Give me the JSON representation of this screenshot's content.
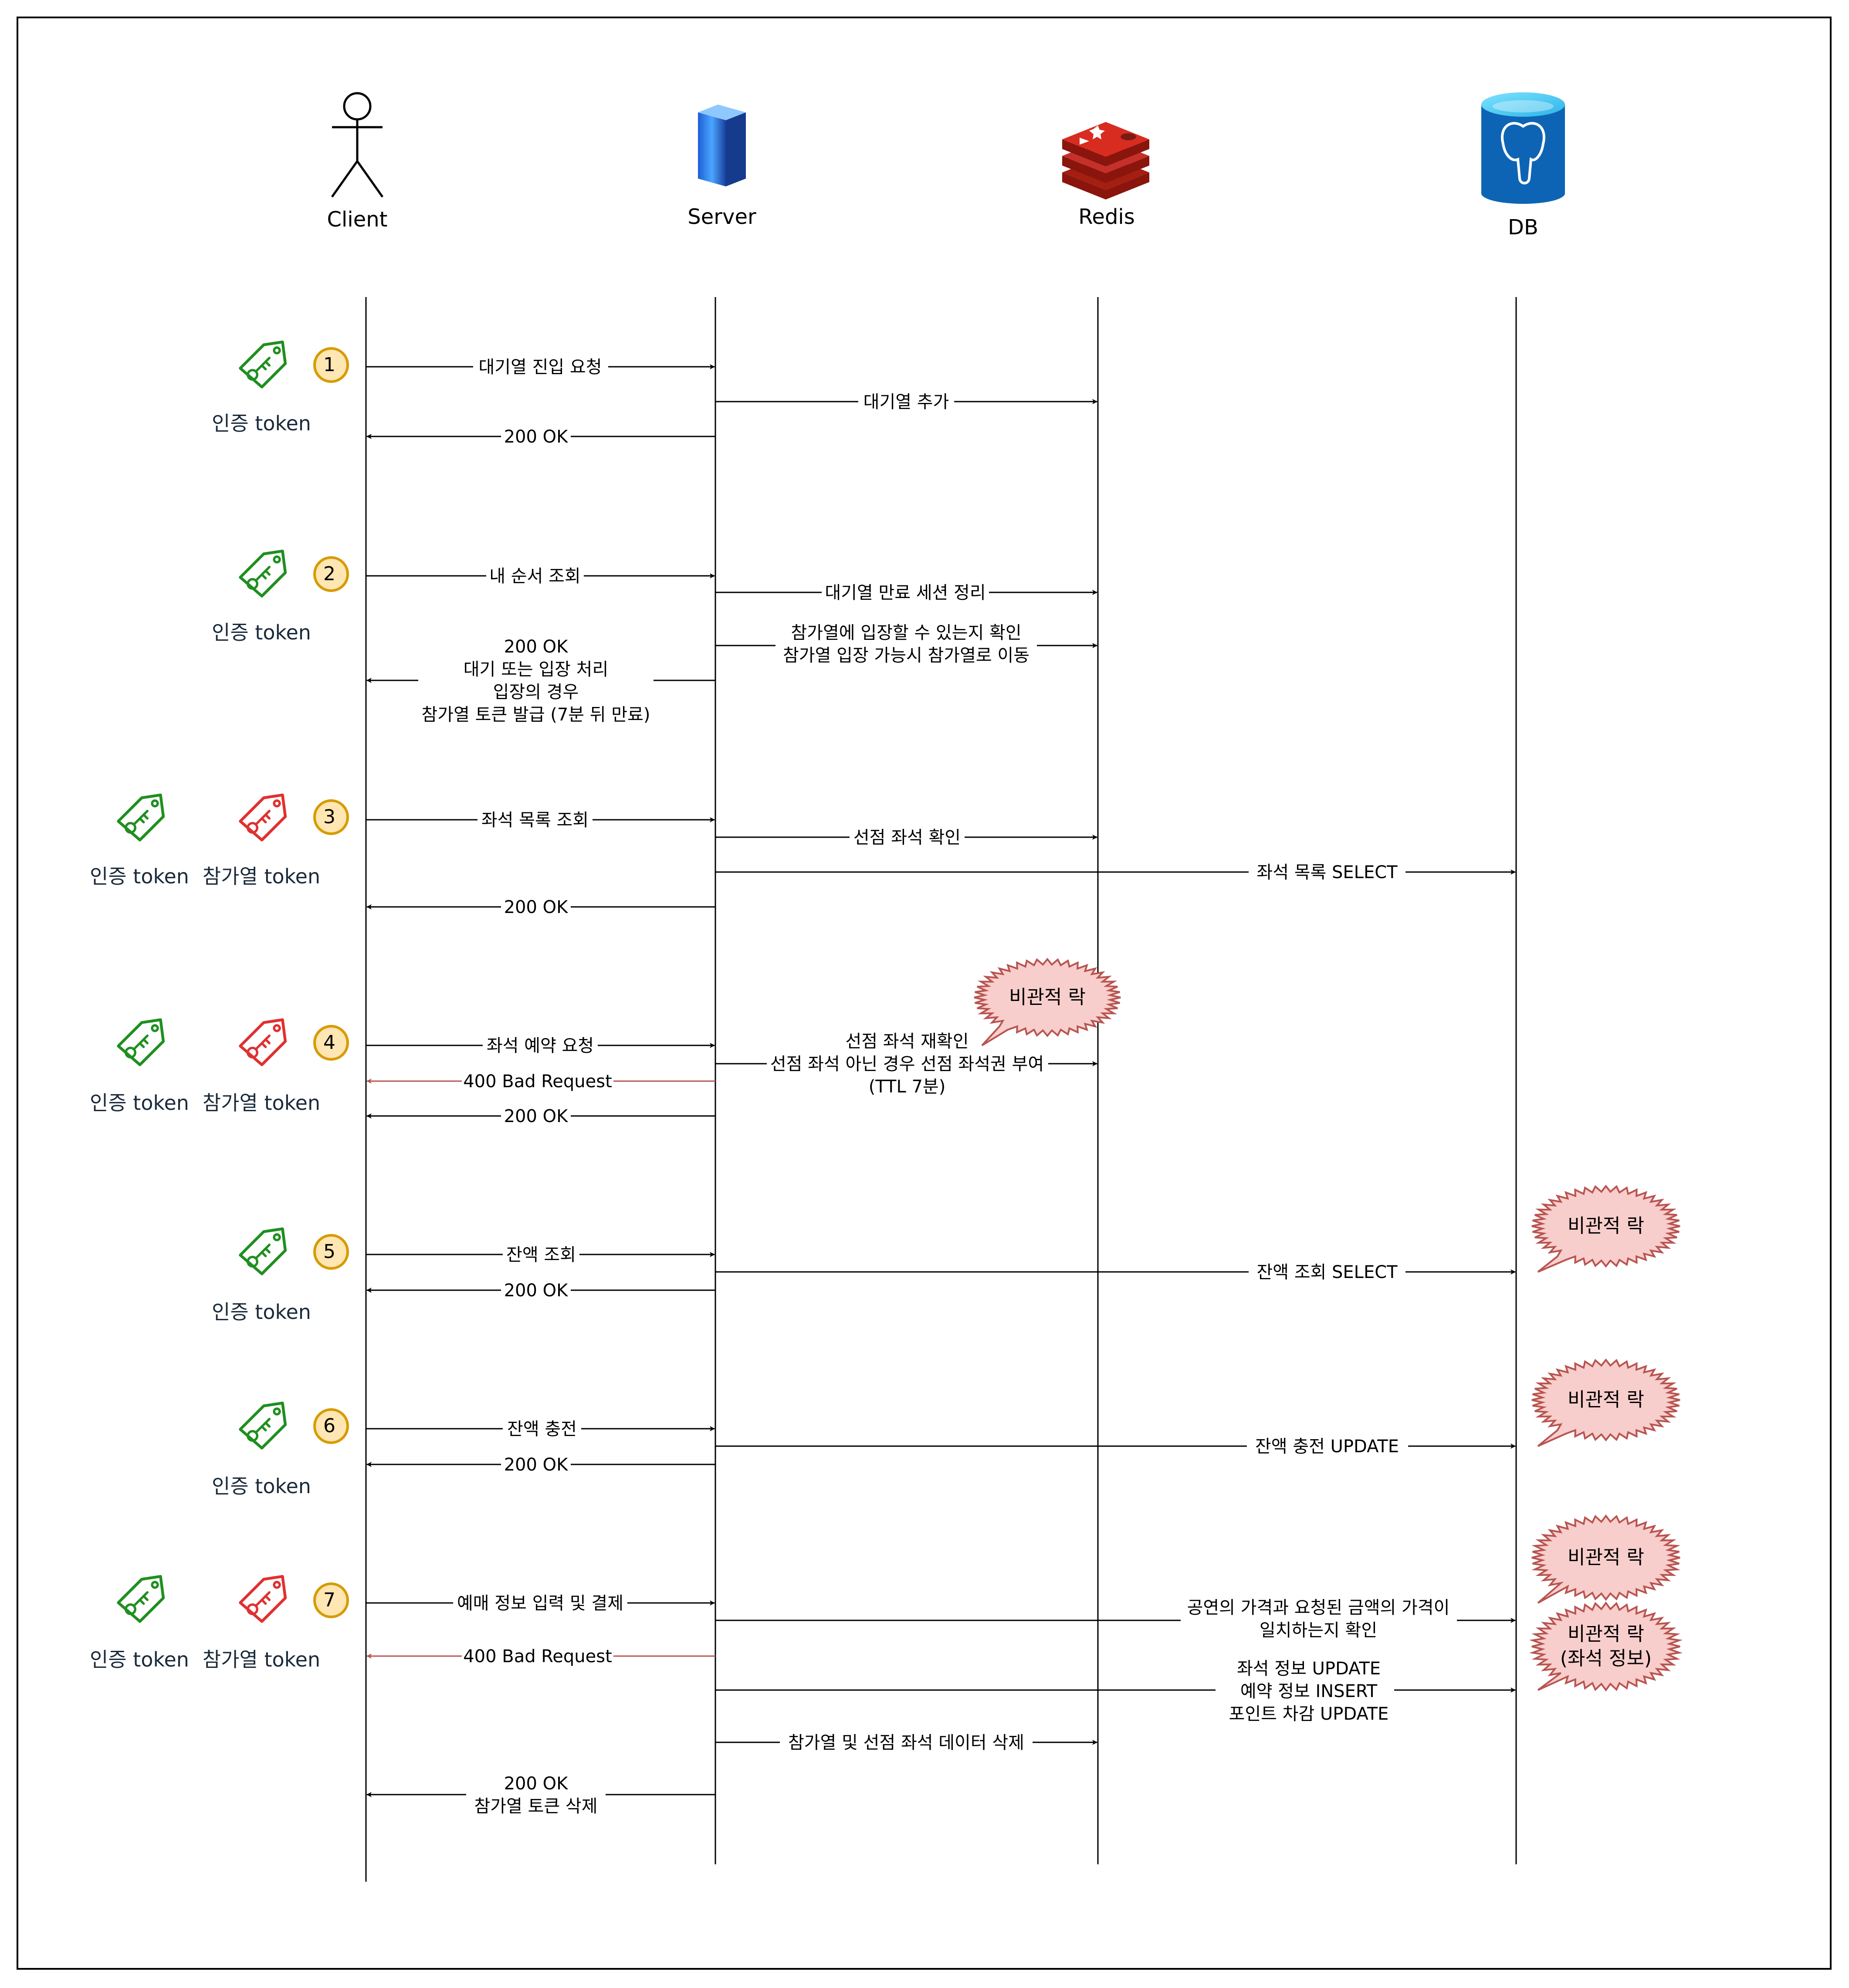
{
  "actors": {
    "client": "Client",
    "server": "Server",
    "redis": "Redis",
    "db": "DB"
  },
  "tokens": {
    "auth": "인증 token",
    "queue": "참가열 token"
  },
  "steps": [
    "1",
    "2",
    "3",
    "4",
    "5",
    "6",
    "7"
  ],
  "messages": {
    "m1_req": "대기열 진입 요청",
    "m1_redis": "대기열 추가",
    "m1_res": "200 OK",
    "m2_req": "내 순서 조회",
    "m2_redis1": "대기열 만료 세션 정리",
    "m2_redis2": [
      "참가열에 입장할 수 있는지 확인",
      "참가열 입장 가능시 참가열로 이동"
    ],
    "m2_res": [
      "200 OK",
      "대기 또는 입장 처리",
      "입장의 경우",
      "참가열 토큰 발급 (7분 뒤 만료)"
    ],
    "m3_req": "좌석 목록 조회",
    "m3_redis": "선점 좌석 확인",
    "m3_db": "좌석 목록 SELECT",
    "m3_res": "200 OK",
    "m4_req": "좌석 예약 요청",
    "m4_redis": [
      "선점 좌석 재확인",
      "선점 좌석 아닌 경우 선점 좌석권 부여",
      "(TTL 7분)"
    ],
    "m4_bad": "400 Bad Request",
    "m4_res": "200 OK",
    "m5_req": "잔액 조회",
    "m5_db": "잔액 조회 SELECT",
    "m5_res": "200 OK",
    "m6_req": "잔액 충전",
    "m6_db": "잔액 충전 UPDATE",
    "m6_res": "200 OK",
    "m7_req": "예매 정보 입력 및 결제",
    "m7_db1": [
      "공연의 가격과 요청된 금액의 가격이",
      "일치하는지 확인"
    ],
    "m7_bad": "400 Bad Request",
    "m7_db2": [
      "좌석 정보 UPDATE",
      "예약 정보 INSERT",
      "포인트 차감 UPDATE"
    ],
    "m7_redis": "참가열 및 선점 좌석 데이터 삭제",
    "m7_res": [
      "200 OK",
      "참가열 토큰 삭제"
    ]
  },
  "locks": {
    "lock": "비관적 락",
    "lock_seat": [
      "비관적 락",
      "(좌석 정보)"
    ]
  },
  "colors": {
    "arrow": "#000000",
    "bad_arrow": "#b85450",
    "auth_token": "#1f8f1f",
    "queue_token": "#e03030",
    "step_fill": "#ffe6b3",
    "step_stroke": "#d79b00",
    "burst_fill": "#f8cecc",
    "burst_stroke": "#b85450",
    "redis": "#c6302b",
    "db": "#0e64b4"
  }
}
